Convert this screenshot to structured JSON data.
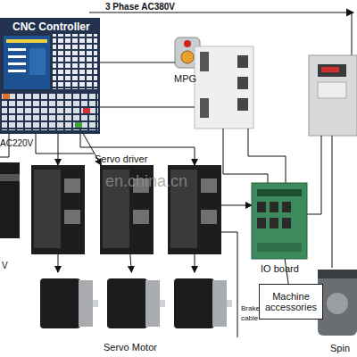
{
  "diagram": {
    "nodes": [
      {
        "text": [
          "CNC Controller"
        ]
      },
      {
        "text": [
          "MPG"
        ]
      },
      {
        "text": [
          "Servo driver"
        ]
      },
      {
        "text": [
          "IO board"
        ]
      },
      {
        "text": [
          "Machine accessories"
        ]
      },
      {
        "text": [
          "Servo Motor"
        ]
      },
      {
        "text": [
          "Spin"
        ]
      }
    ],
    "edges": [
      {
        "from": 0,
        "to": 2,
        "arrow": "to"
      },
      {
        "from": 2,
        "to": 5,
        "arrow": "to"
      },
      {
        "from": 3,
        "to": 4,
        "arrow": "none"
      }
    ],
    "labels": [
      "3 Phase AC380V",
      "AC220V",
      "V",
      "Brake cable",
      "en.china.cn"
    ]
  }
}
